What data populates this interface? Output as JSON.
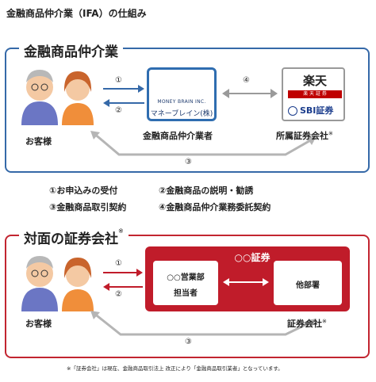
{
  "page_title": "金融商品仲介業（IFA）の仕組み",
  "section1": {
    "title": "金融商品仲介業",
    "customer_label": "お客様",
    "ifa_label": "金融商品仲介業者",
    "ifa_logo_text": "MONEY BRAIN INC.",
    "ifa_logo_kana": "マネーブレイン(株)",
    "securities_label": "所属証券会社",
    "securities_mark": "※",
    "rakuten_logo": "楽天",
    "rakuten_sub": "楽 天 証 券",
    "sbi_logo": "SBI証券",
    "arrow_1": "①",
    "arrow_2": "②",
    "arrow_3": "③",
    "arrow_4": "④"
  },
  "legend": [
    "①お申込みの受付",
    "②金融商品の説明・勧誘",
    "③金融商品取引契約",
    "④金融商品仲介業務委託契約"
  ],
  "section2": {
    "title": "対面の証券会社",
    "title_mark": "※",
    "customer_label": "お客様",
    "panel_title": "○○証券",
    "sales_dept": "○○営業部",
    "staff": "担当者",
    "other_dept": "他部署",
    "securities_label": "証券会社",
    "securities_mark": "※",
    "arrow_1": "①",
    "arrow_2": "②",
    "arrow_3": "③"
  },
  "footnote": "※「証券会社」は現在、金融商品取引法上 改正により「金融商品取引業者」となっています。",
  "colors": {
    "blue": "#3569a8",
    "red": "#c01c2a",
    "grey": "#9a9a9a"
  }
}
